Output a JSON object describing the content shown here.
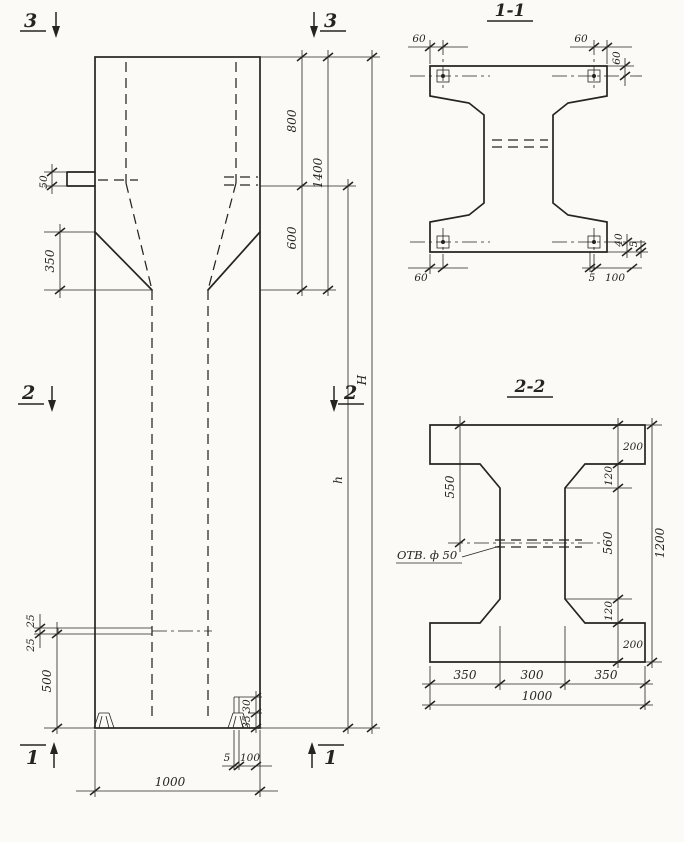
{
  "elevation": {
    "section_marks": {
      "top_left": "3",
      "top_right": "3",
      "middle_left": "2",
      "middle_right": "2",
      "bottom_left": "1",
      "bottom_right": "1"
    },
    "dims": {
      "d50": "50",
      "d350": "350",
      "d800": "800",
      "d1400": "1400",
      "d600": "600",
      "dH": "H",
      "dh": "h",
      "d25_top": "25",
      "d25_bottom": "25",
      "d500": "500",
      "d30": "30",
      "d35": "35",
      "d5": "5",
      "d100": "100",
      "d1000": "1000"
    }
  },
  "section_1_1": {
    "title": "1-1",
    "dims": {
      "d60_top_left": "60",
      "d60_top_right": "60",
      "d60_right": "60",
      "d60_bottom_left": "60",
      "d5_bottom": "5",
      "d100_bottom": "100",
      "d40_right": "40",
      "d5_right": "5"
    }
  },
  "section_2_2": {
    "title": "2-2",
    "hole_label": "ОТВ. ф 50",
    "dims": {
      "d550": "550",
      "d200_top": "200",
      "d120_top": "120",
      "d560": "560",
      "d120_bottom": "120",
      "d200_bottom": "200",
      "d1200": "1200",
      "d350_left": "350",
      "d300": "300",
      "d350_right": "350",
      "d1000": "1000"
    }
  }
}
